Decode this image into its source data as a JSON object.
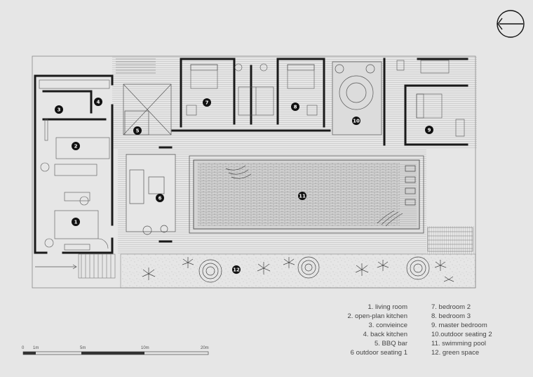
{
  "compass": {
    "icon": "north-arrow-icon"
  },
  "rooms": [
    {
      "id": "1"
    },
    {
      "id": "2"
    },
    {
      "id": "3"
    },
    {
      "id": "4"
    },
    {
      "id": "5"
    },
    {
      "id": "6"
    },
    {
      "id": "7"
    },
    {
      "id": "8"
    },
    {
      "id": "9"
    },
    {
      "id": "10"
    },
    {
      "id": "11"
    },
    {
      "id": "12"
    }
  ],
  "legend": {
    "left": [
      "1. living room",
      "2. open-plan kitchen",
      "3. convieince",
      "4. back kitchen",
      "5. BBQ  bar",
      "6 outdoor seating 1"
    ],
    "right": [
      "7. bedroom 2",
      "8. bedroom 3",
      "9. master bedroom",
      "10.outdoor seating 2",
      "11. swimming pool",
      "12. green space"
    ]
  },
  "scale_bar": {
    "labels": [
      "0",
      "1m",
      "5m",
      "10m",
      "20m"
    ]
  },
  "colors": {
    "background": "#e6e6e6",
    "wall": "#1a1a1a",
    "line": "#777777",
    "hatch": "#9a9a9a"
  }
}
